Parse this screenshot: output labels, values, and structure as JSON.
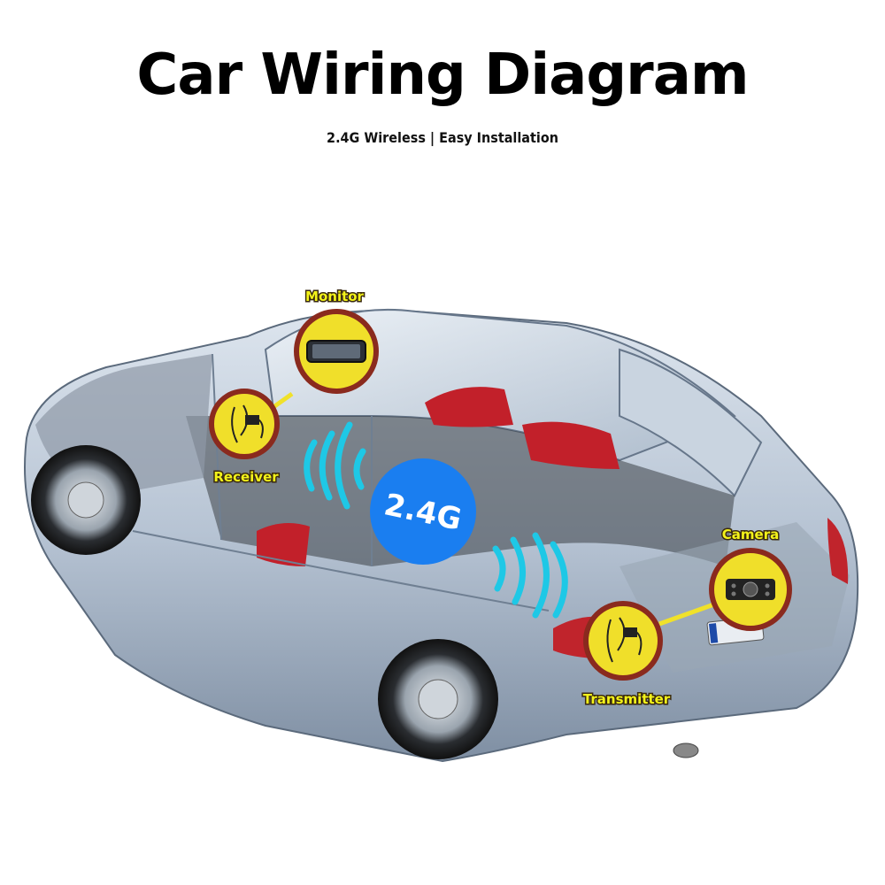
{
  "header": {
    "title": "Car Wiring Diagram",
    "subtitle": "2.4G Wireless | Easy Installation"
  },
  "badge": {
    "text": "2.4G",
    "color": "#1a7ef0"
  },
  "components": {
    "monitor": "Monitor",
    "receiver": "Receiver",
    "camera": "Camera",
    "transmitter": "Transmitter"
  },
  "colors": {
    "label_fill": "#f3f31a",
    "callout_ring": "#8a2a1e",
    "callout_fill": "#f0df2a",
    "signal_waves": "#1ec8e6",
    "car_body": "#b9c6d6"
  },
  "icons": [
    "monitor-icon",
    "receiver-cable-icon",
    "camera-icon",
    "transmitter-cable-icon",
    "wireless-signal-icon"
  ]
}
